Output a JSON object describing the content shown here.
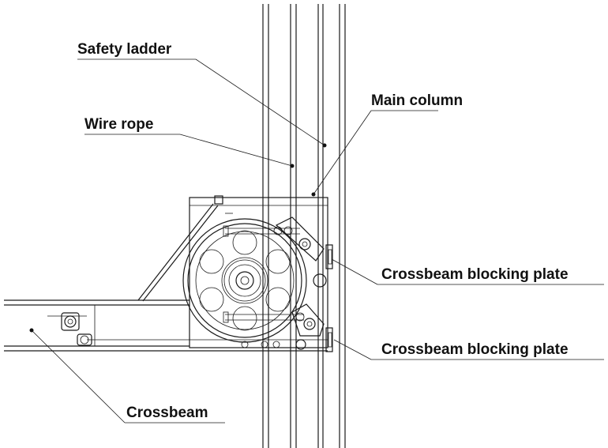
{
  "labels": {
    "safety_ladder": "Safety ladder",
    "main_column": "Main column",
    "wire_rope": "Wire rope",
    "blocking_plate_upper": "Crossbeam blocking plate",
    "blocking_plate_lower": "Crossbeam blocking plate",
    "crossbeam": "Crossbeam"
  }
}
